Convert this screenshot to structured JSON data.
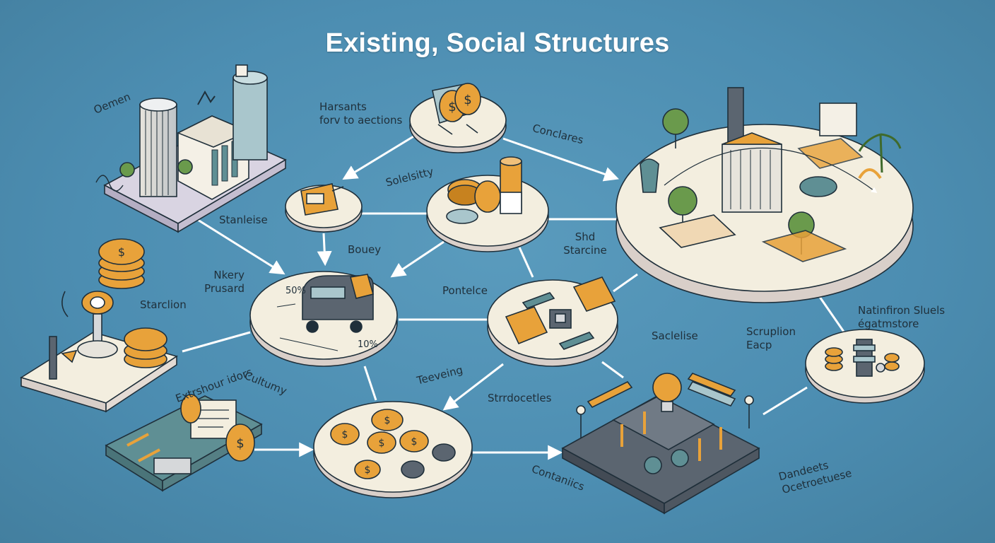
{
  "title": "Existing, Social Structures",
  "labels": {
    "l_oemen": "Oemen",
    "l_harsants": "Harsants\nforv to aections",
    "l_conclares": "Conclares",
    "l_solelsitty": "Solelsitty",
    "l_stanlelse": "Stanleise",
    "l_bouey": "Bouey",
    "l_nkery": "Nkery\nPrusard",
    "l_starclion": "Starclion",
    "l_shd": "Shd\nStarcine",
    "l_pontelce": "Pontelce",
    "l_pct50": "50%",
    "l_pct10": "10%",
    "l_extrashour": "Extrshour idors",
    "l_cultumy": "Cultumy",
    "l_teeveing": "Teeveing",
    "l_strrdocetles": "Strrdocetles",
    "l_saclelise": "Saclelise",
    "l_scruption": "Scruplion\nEacp",
    "l_natinfiron": "Natinfiron Sluels\négatmstore",
    "l_contaniics": "Contaniics",
    "l_dandeets": "Dandeets\nOcetroetuese"
  },
  "colors": {
    "background": "#4f8fb3",
    "platform": "#f3eedf",
    "platform_edge": "#d9cfc9",
    "outline": "#1f2f3a",
    "coin": "#e8a23a",
    "coin_dark": "#c7821f",
    "teal": "#5f8f94",
    "slate": "#5b6570",
    "arrow": "#ffffff"
  },
  "icons": [
    "bank-buildings-icon",
    "coin-barrel-icon",
    "ticket-icon",
    "coin-stack-icon",
    "plinth-ecosystem-icon",
    "scale-coins-icon",
    "camper-van-icon",
    "component-chips-icon",
    "ledger-machine-icon",
    "coins-cluster-icon",
    "factory-lightbulb-icon",
    "robot-coins-icon"
  ]
}
